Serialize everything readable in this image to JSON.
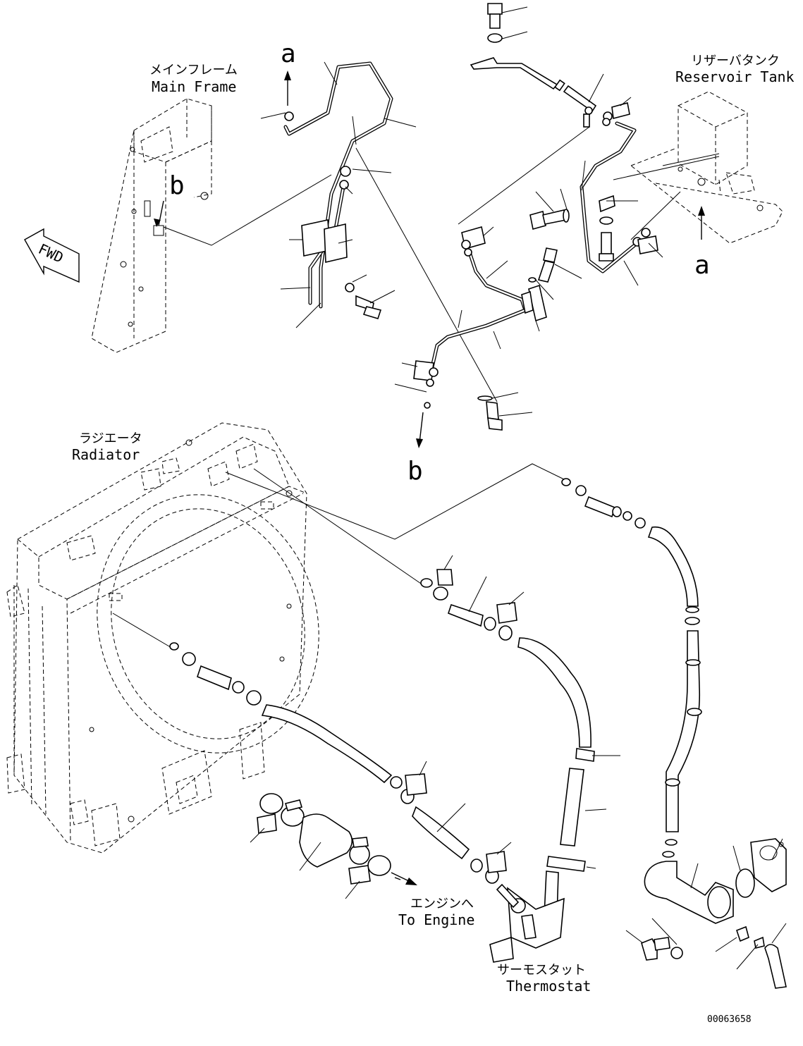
{
  "labels": {
    "main_frame_jp": "メインフレーム",
    "main_frame_en": "Main Frame",
    "reservoir_jp": "リザーバタンク",
    "reservoir_en": "Reservoir Tank",
    "radiator_jp": "ラジエータ",
    "radiator_en": "Radiator",
    "engine_jp": "エンジンへ",
    "engine_en": "To Engine",
    "thermostat_jp": "サーモスタット",
    "thermostat_en": "Thermostat",
    "fwd": "FWD",
    "ref_a_top": "a",
    "ref_a_right": "a",
    "ref_b_frame": "b",
    "ref_b_bottom": "b",
    "drawing_number": "00063658"
  }
}
